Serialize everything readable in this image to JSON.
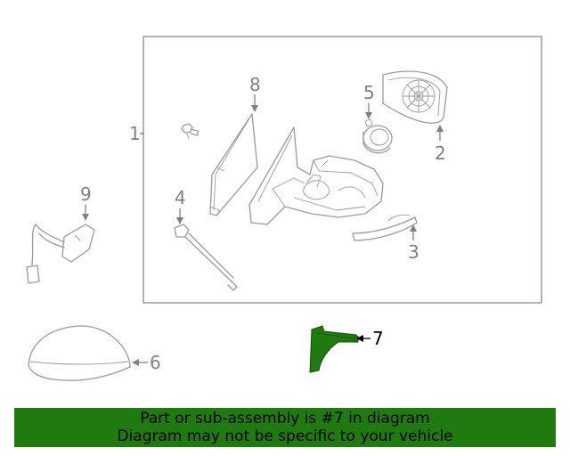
{
  "callouts": {
    "c1": "1",
    "c2": "2",
    "c3": "3",
    "c4": "4",
    "c5": "5",
    "c6": "6",
    "c7": "7",
    "c8": "8",
    "c9": "9"
  },
  "banner": {
    "line1": "Part or sub-assembly is #7 in diagram",
    "line2": "Diagram may not be specific to your vehicle"
  },
  "colors": {
    "highlight_part": "#1f7a10",
    "banner_background": "#1f7a10",
    "line_art": "#9a9a9a"
  }
}
